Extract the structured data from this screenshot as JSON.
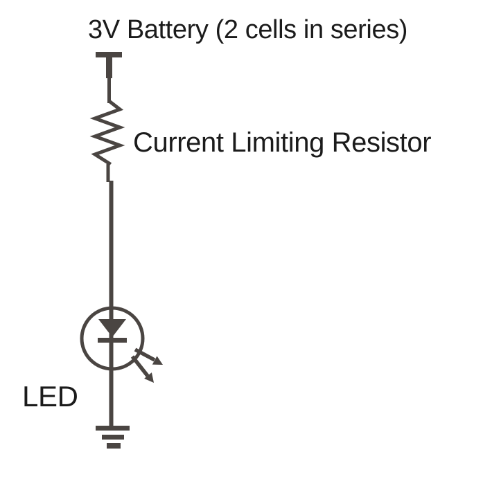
{
  "diagram": {
    "type": "circuit-schematic",
    "background": "#ffffff",
    "stroke_color": "#4a4542",
    "text_color": "#1b1b1b",
    "labels": {
      "battery": "3V Battery (2 cells in series)",
      "resistor": "Current Limiting Resistor",
      "led": "LED"
    },
    "components": [
      {
        "name": "battery-terminal",
        "symbol": "positive-terminal-bar",
        "label": "3V Battery (2 cells in series)"
      },
      {
        "name": "resistor",
        "symbol": "zigzag-resistor",
        "label": "Current Limiting Resistor"
      },
      {
        "name": "led",
        "symbol": "circled-diode-with-emission-arrows",
        "label": "LED"
      },
      {
        "name": "ground",
        "symbol": "earth-ground-three-bars",
        "label": ""
      }
    ]
  }
}
